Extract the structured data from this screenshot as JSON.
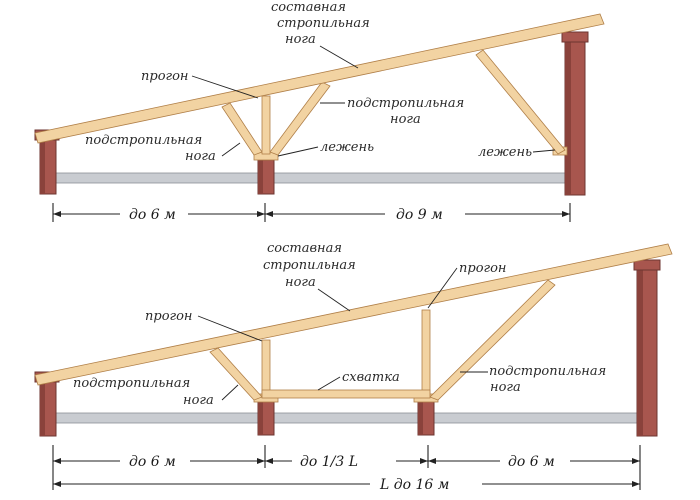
{
  "colors": {
    "brick": "#a8564e",
    "wood": "#f2d3a2",
    "slab": "#c9ccd1"
  },
  "top": {
    "rafter_composite": [
      "составная",
      "стропильная",
      "нога"
    ],
    "purlin": "прогон",
    "strut_left": [
      "подстропильная",
      "нога"
    ],
    "strut_right": [
      "подстропильная",
      "нога"
    ],
    "sill_center": "лежень",
    "sill_right": "лежень",
    "span_left": "до 6 м",
    "span_right": "до 9 м"
  },
  "bottom": {
    "rafter_composite": [
      "составная",
      "стропильная",
      "нога"
    ],
    "purlin_left": "прогон",
    "purlin_right": "прогон",
    "strut_left": [
      "подстропильная",
      "нога"
    ],
    "strut_right": [
      "подстропильная",
      "нога"
    ],
    "collar": "схватка",
    "span_left": "до 6 м",
    "span_middle": "до 1/3 L",
    "span_right": "до 6 м",
    "span_total": "L до 16 м"
  }
}
